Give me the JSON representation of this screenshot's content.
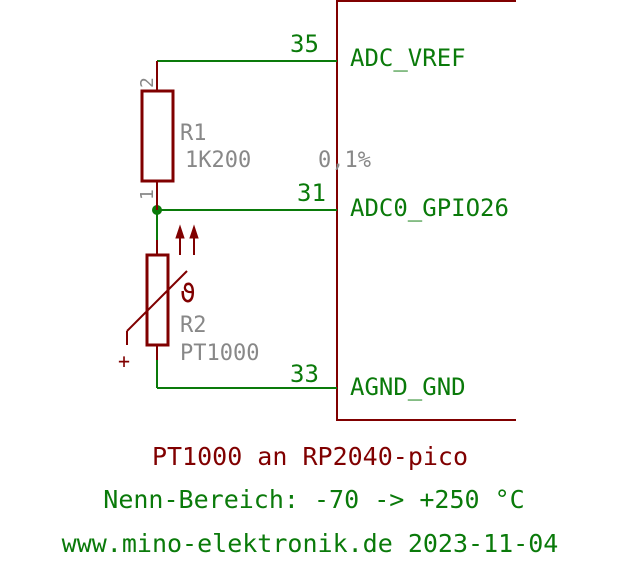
{
  "colors": {
    "wire": "#0a7a0a",
    "part": "#800000",
    "value_text": "#888888",
    "background": "#ffffff"
  },
  "ic": {
    "pins": [
      {
        "number": "35",
        "name": "ADC_VREF"
      },
      {
        "number": "31",
        "name": "ADC0_GPIO26"
      },
      {
        "number": "33",
        "name": "AGND_GND"
      }
    ]
  },
  "r1": {
    "name": "R1",
    "value": "1K200",
    "tolerance": "0,1%",
    "pin_top": "2",
    "pin_bottom": "1"
  },
  "r2": {
    "name": "R2",
    "value": "PT1000",
    "plus_sign": "+",
    "theta": "ϑ"
  },
  "footer": {
    "title": "PT1000 an RP2040-pico",
    "range": "Nenn-Bereich: -70 -> +250 °C",
    "credit": "www.mino-elektronik.de 2023-11-04"
  }
}
